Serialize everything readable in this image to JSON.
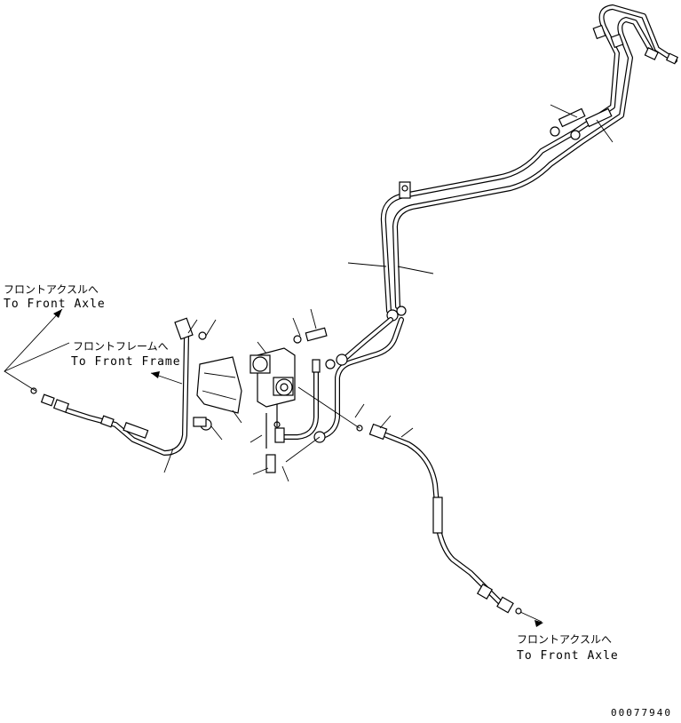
{
  "labels": {
    "front_axle_top_jp": "フロントアクスルへ",
    "front_axle_top_en": "To Front Axle",
    "front_frame_jp": "フロントフレームへ",
    "front_frame_en": "To Front Frame",
    "front_axle_bottom_jp": "フロントアクスルへ",
    "front_axle_bottom_en": "To Front Axle"
  },
  "drawing_number": "00077940"
}
